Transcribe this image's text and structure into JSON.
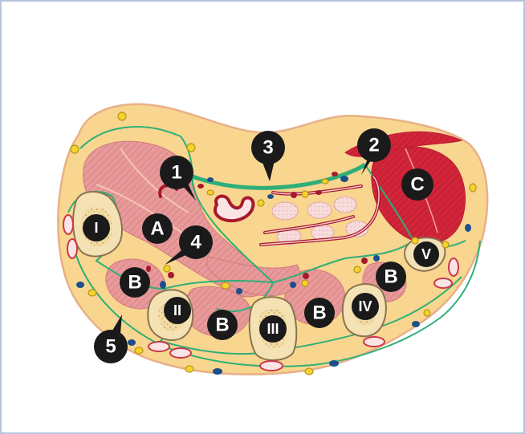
{
  "colors": {
    "fat": "#f9d68f",
    "outline": "#e8b088",
    "fascia": "#2eaf78",
    "muscle_pink": "#e8999a",
    "muscle_red": "#d2253a",
    "bone": "#f5e2b4",
    "nerve_yellow": "#f5d328",
    "vessel_red": "#a6192e",
    "vessel_blue": "#1d4f8c",
    "tendon_pale": "#f8d8da",
    "callout": "#1a1a1a"
  },
  "labels": {
    "n1": "1",
    "n2": "2",
    "n3": "3",
    "n4": "4",
    "n5": "5",
    "A": "A",
    "B1": "B",
    "B2": "B",
    "B3": "B",
    "B4": "B",
    "C": "C",
    "r1": "I",
    "r2": "II",
    "r3": "III",
    "r4": "IV",
    "r5": "V"
  }
}
